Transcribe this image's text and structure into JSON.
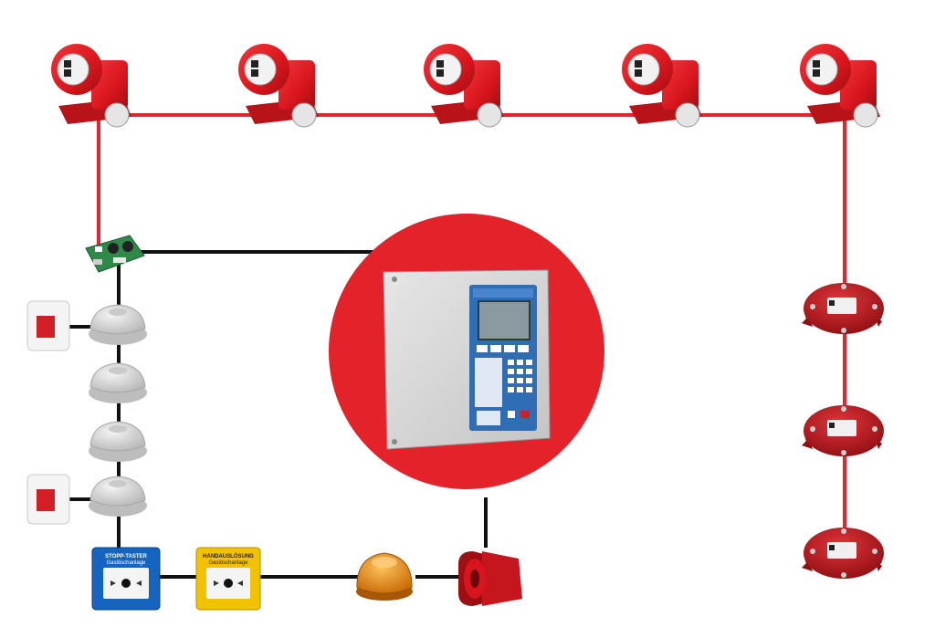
{
  "colors": {
    "red_line": "#e3262b",
    "black_line": "#111111",
    "panel_circle": "#e32329",
    "device_red": "#d8151c",
    "device_dark_red": "#9e0f14",
    "smoke_detector": "#d9d9d9",
    "stop_button_blue": "#1565c0",
    "manual_release_yellow": "#f2c200",
    "beacon_amber": "#e8850c",
    "sounder_red": "#c6161d",
    "panel_grey": "#d6d6d6",
    "panel_blue": "#2f6db5",
    "panel_lcd": "#8b9aa0"
  },
  "icons": {
    "extinguishing_valve": "cylinder-valve-icon",
    "interface_module": "circuit-board-icon",
    "flash_indicator": "parallel-indicator-icon",
    "smoke_detector": "smoke-detector-icon",
    "stop_button": "stop-button-icon",
    "manual_release": "manual-release-button-icon",
    "beacon": "flash-beacon-icon",
    "sounder": "alarm-sounder-icon",
    "control_panel": "control-panel-icon",
    "pressure_switch": "pressure-switch-icon"
  },
  "labels": {
    "stop_button_line1": "STOPP-TASTER",
    "stop_button_line2": "Gaslöschanlage",
    "manual_release_line1": "HANDAUSLÖSUNG",
    "manual_release_line2": "Gaslöschanlage"
  }
}
